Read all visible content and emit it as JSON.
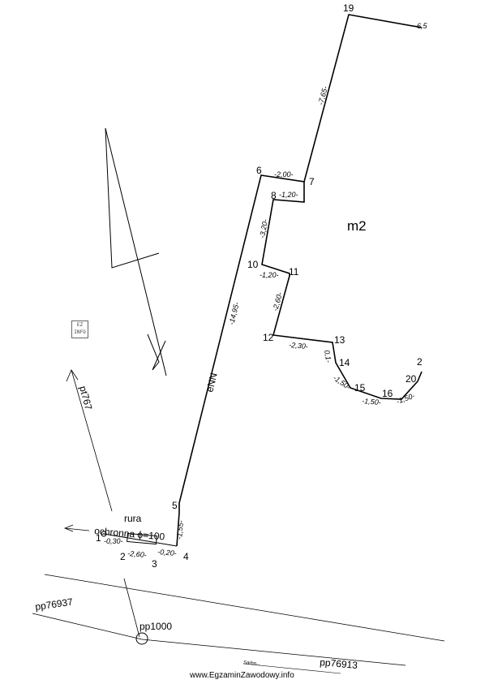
{
  "map_label": "m2",
  "points": [
    "1",
    "2",
    "3",
    "4",
    "5",
    "6",
    "7",
    "8",
    "10",
    "11",
    "12",
    "13",
    "14",
    "15",
    "16",
    "19",
    "20",
    "2"
  ],
  "dimensions": [
    "-7,65-",
    "-2,00-",
    "-1,20-",
    "-3,20-",
    "-1,20-",
    "-2,60-",
    "-2,30-",
    "0,1-",
    "-1,50-",
    "-1,50-",
    "-1,50-",
    "-14,95-",
    "-1,55-",
    "-0,30-",
    "-2,60-",
    "-0,20-",
    "-6,5"
  ],
  "cable_label": "eNN",
  "pipe_label_line1": "rura",
  "pipe_label_line2": "ochronna ϕ=100",
  "parcels": {
    "p767": "pt767",
    "pp76937": "pp76937",
    "pp1000": "pp1000",
    "pp76913": "pp76913",
    "road": "Sarbo..."
  },
  "logo_text": "EZ INFO",
  "footer": "www.EgzaminZawodowy.info"
}
